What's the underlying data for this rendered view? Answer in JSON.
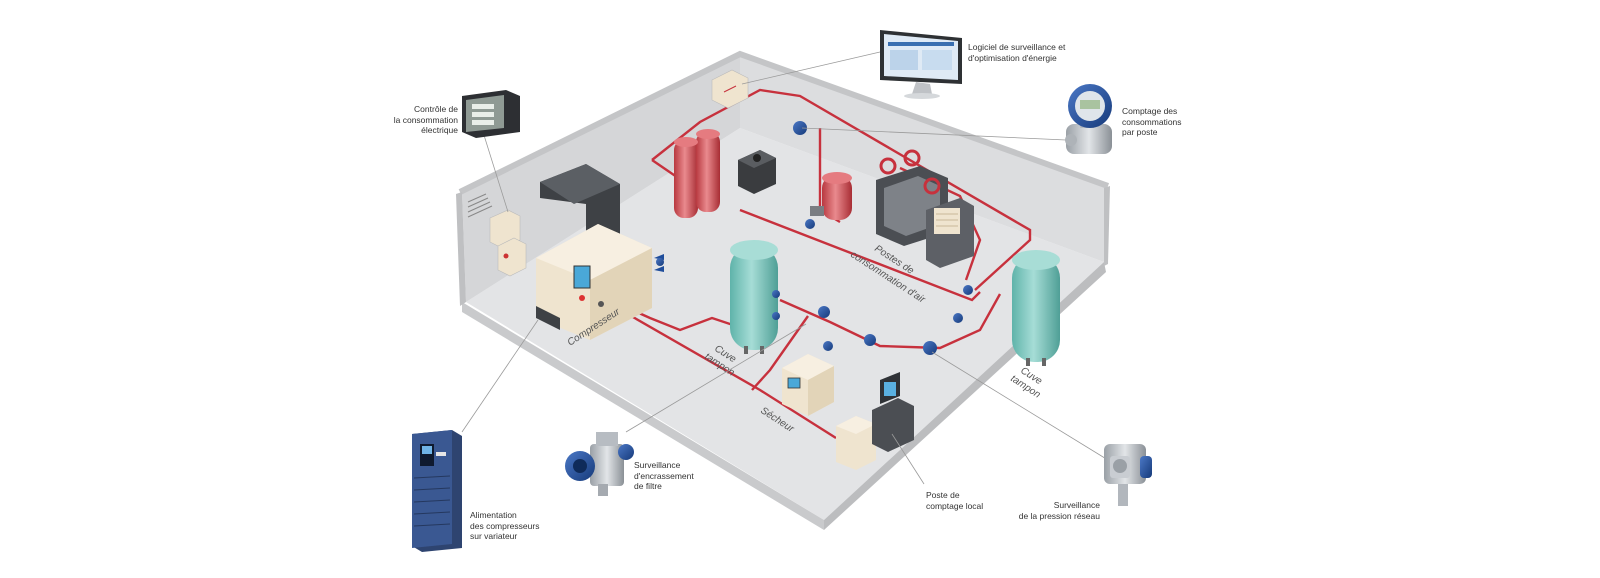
{
  "room_labels": {
    "compressor": "Compresseur",
    "tank_left_line1": "Cuve",
    "tank_left_line2": "tampon",
    "tank_right_line1": "Cuve",
    "tank_right_line2": "tampon",
    "dryer": "Sécheur",
    "air_stations_line1": "Postes de",
    "air_stations_line2": "consommation d'air"
  },
  "callouts": {
    "software": [
      "Logiciel de surveillance et",
      "d'optimisation d'énergie"
    ],
    "metering_per_station": [
      "Comptage des",
      "consommations",
      "par poste"
    ],
    "power_monitor": [
      "Contrôle de",
      "la consommation",
      "électrique"
    ],
    "variable_drive": [
      "Alimentation",
      "des compresseurs",
      "sur variateur"
    ],
    "filter_monitor": [
      "Surveillance",
      "d'encrassement",
      "de filtre"
    ],
    "local_metering": [
      "Poste de",
      "comptage local"
    ],
    "pressure_monitor": [
      "Surveillance",
      "de la pression réseau"
    ]
  },
  "colors": {
    "floor": "#e3e4e6",
    "wall_outer": "#d0d1d3",
    "wall_top": "#e9eaeb",
    "pipe": "#c7313d",
    "tank_teal": "#7fc8c0",
    "tank_red": "#d9595f",
    "meter_blue": "#1f4d9b",
    "cabinet": "#efe4cf",
    "leader": "#9a9a9a"
  }
}
